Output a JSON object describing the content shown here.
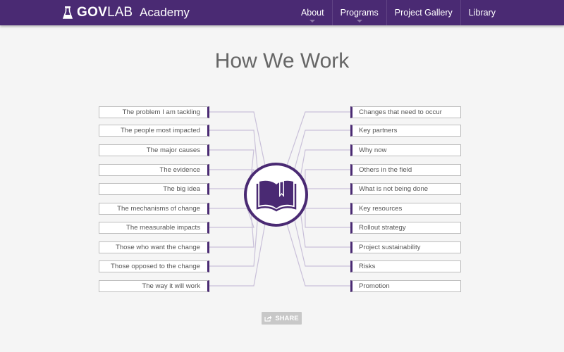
{
  "header": {
    "brand_bold": "GOV",
    "brand_light": "LAB",
    "brand_sub": "Academy",
    "nav": [
      "About",
      "Programs",
      "Project Gallery",
      "Library"
    ]
  },
  "main": {
    "title": "How We Work",
    "left_items": [
      "The problem I am tackling",
      "The people most impacted",
      "The major causes",
      "The evidence",
      "The big idea",
      "The mechanisms of change",
      "The measurable impacts",
      "Those who want the change",
      "Those opposed to the change",
      "The way it will work"
    ],
    "right_items": [
      "Changes that need to occur",
      "Key partners",
      "Why now",
      "Others in the field",
      "What is not being done",
      "Key resources",
      "Rollout strategy",
      "Project sustainability",
      "Risks",
      "Promotion"
    ],
    "center_icon": "open-book-icon",
    "share_label": "SHARE",
    "share_icon": "share-icon"
  },
  "colors": {
    "brand_purple": "#4a2a73",
    "background": "#f5f5f5",
    "connector": "#c9c0d9"
  }
}
